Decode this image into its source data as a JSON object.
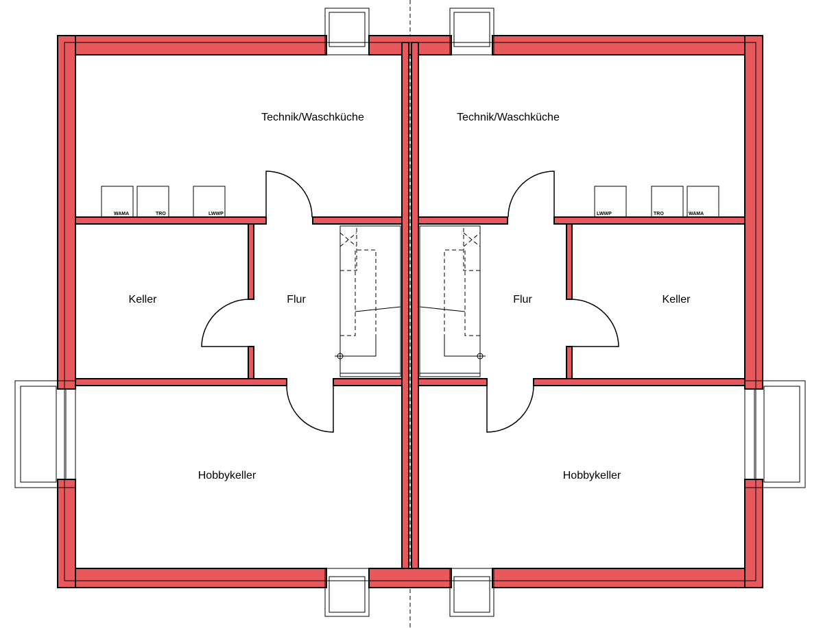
{
  "colors": {
    "wall": "#e8595e",
    "line": "#000000",
    "background": "#ffffff"
  },
  "left_unit": {
    "rooms": {
      "technik": "Technik/Waschküche",
      "keller": "Keller",
      "flur": "Flur",
      "hobbykeller": "Hobbykeller"
    },
    "appliances": [
      "WAMA",
      "TRO",
      "LWWP"
    ]
  },
  "right_unit": {
    "rooms": {
      "technik": "Technik/Waschküche",
      "keller": "Keller",
      "flur": "Flur",
      "hobbykeller": "Hobbykeller"
    },
    "appliances": [
      "LWWP",
      "TRO",
      "WAMA"
    ]
  }
}
